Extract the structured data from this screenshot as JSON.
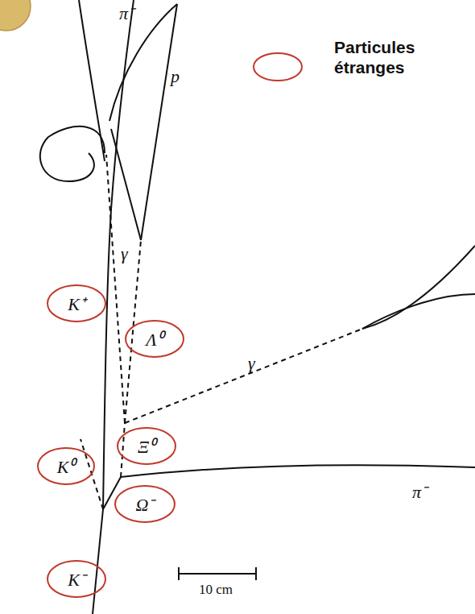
{
  "diagram": {
    "nodes": [
      {
        "text": [
          "K⁺"
        ]
      },
      {
        "text": [
          "Λ⁰"
        ]
      },
      {
        "text": [
          "Ξ⁰"
        ]
      },
      {
        "text": [
          "K⁰"
        ]
      },
      {
        "text": [
          "Ω⁻"
        ]
      },
      {
        "text": [
          "K⁻"
        ]
      }
    ],
    "labels": [
      "π⁻",
      "p",
      "γ",
      "γ",
      "π⁻",
      "10 cm"
    ],
    "legend": [
      {
        "text": "Particules étranges"
      }
    ]
  }
}
